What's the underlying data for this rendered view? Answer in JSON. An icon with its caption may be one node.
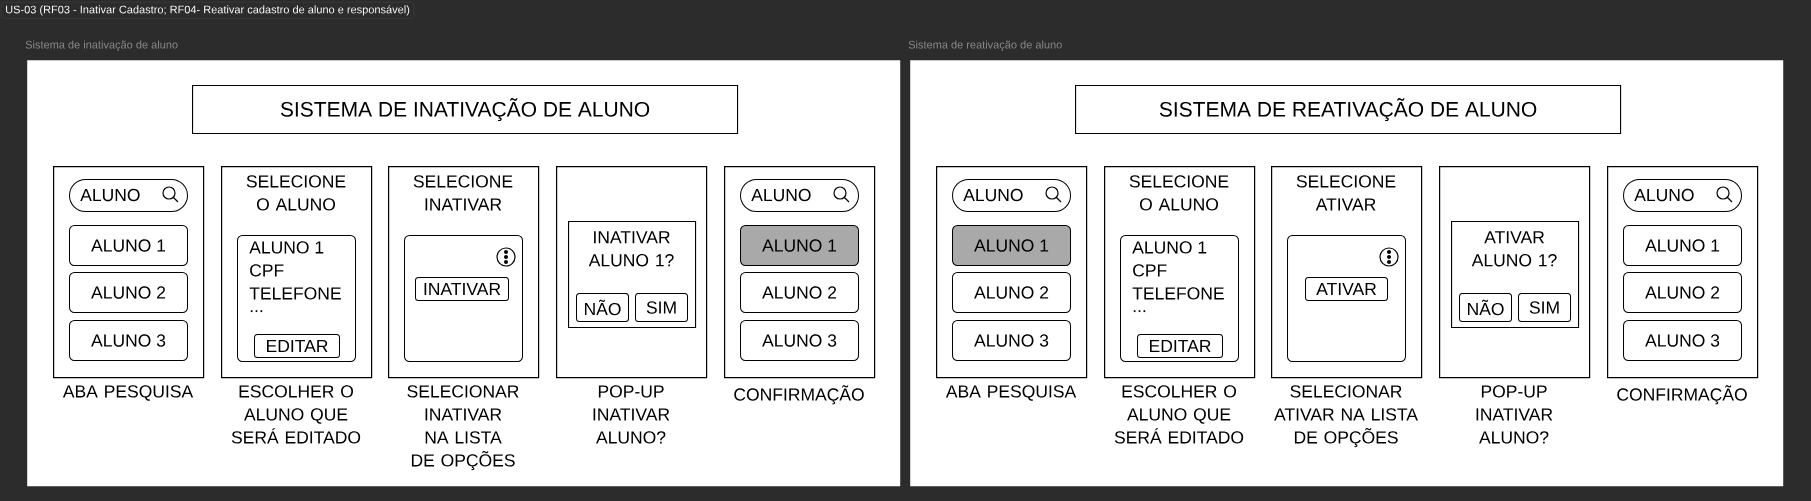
{
  "diagram": {
    "title": "US-03 (RF03 - Inativar Cadastro; RF04- Reativar cadastro de aluno e responsável)",
    "nodes": [
      {
        "text": [
          "Sistema de inativação de aluno"
        ]
      },
      {
        "text": [
          "SISTEMA DE INATIVAÇÃO DE ALUNO"
        ],
        "in": 0
      },
      {
        "text": [],
        "shape": "box",
        "in": 0,
        "beside": [
          "ABA PESQUISA"
        ]
      },
      {
        "text": [
          "ALUNO"
        ],
        "in": 2
      },
      {
        "text": [
          "ALUNO 1"
        ],
        "in": 2
      },
      {
        "text": [
          "ALUNO 2"
        ],
        "in": 2
      },
      {
        "text": [
          "ALUNO 3"
        ],
        "in": 2
      },
      {
        "text": [
          "SELECIONE O ALUNO"
        ],
        "in": 0,
        "beside": [
          "ESCOLHER O ALUNO QUE SERÁ EDITADO"
        ]
      },
      {
        "text": [
          "ALUNO 1",
          "CPF",
          "TELEFONE",
          "..."
        ],
        "in": 7
      },
      {
        "text": [
          "EDITAR"
        ],
        "in": 8
      },
      {
        "text": [
          "SELECIONE INATIVAR"
        ],
        "in": 0,
        "beside": [
          "SELECIONAR INATIVAR NA LISTA DE OPÇÕES"
        ]
      },
      {
        "text": [],
        "shape": "box",
        "in": 10
      },
      {
        "text": [
          "INATIVAR"
        ],
        "in": 11
      },
      {
        "text": [],
        "shape": "box",
        "in": 0,
        "beside": [
          "POP-UP INATIVAR ALUNO?"
        ]
      },
      {
        "text": [
          "INATIVAR ALUNO 1?"
        ],
        "in": 13
      },
      {
        "text": [
          "NÃO"
        ],
        "in": 14
      },
      {
        "text": [
          "SIM"
        ],
        "in": 14
      },
      {
        "text": [],
        "shape": "box",
        "in": 0,
        "beside": [
          "CONFIRMAÇÃO"
        ]
      },
      {
        "text": [
          "ALUNO"
        ],
        "in": 17
      },
      {
        "text": [
          "ALUNO 1"
        ],
        "in": 17
      },
      {
        "text": [
          "ALUNO 2"
        ],
        "in": 17
      },
      {
        "text": [
          "ALUNO 3"
        ],
        "in": 17
      },
      {
        "text": [
          "Sistema de reativação de aluno"
        ]
      },
      {
        "text": [
          "SISTEMA DE REATIVAÇÃO DE ALUNO"
        ],
        "in": 22
      },
      {
        "text": [],
        "shape": "box",
        "in": 22,
        "beside": [
          "ABA PESQUISA"
        ]
      },
      {
        "text": [
          "ALUNO"
        ],
        "in": 24
      },
      {
        "text": [
          "ALUNO 1"
        ],
        "in": 24
      },
      {
        "text": [
          "ALUNO 2"
        ],
        "in": 24
      },
      {
        "text": [
          "ALUNO 3"
        ],
        "in": 24
      },
      {
        "text": [
          "SELECIONE O ALUNO"
        ],
        "in": 22,
        "beside": [
          "ESCOLHER O ALUNO QUE SERÁ EDITADO"
        ]
      },
      {
        "text": [
          "ALUNO 1",
          "CPF",
          "TELEFONE",
          "..."
        ],
        "in": 29
      },
      {
        "text": [
          "EDITAR"
        ],
        "in": 30
      },
      {
        "text": [
          "SELECIONE ATIVAR"
        ],
        "in": 22,
        "beside": [
          "SELECIONAR ATIVAR NA LISTA DE OPÇÕES"
        ]
      },
      {
        "text": [],
        "shape": "box",
        "in": 32
      },
      {
        "text": [
          "ATIVAR"
        ],
        "in": 33
      },
      {
        "text": [],
        "shape": "box",
        "in": 22,
        "beside": [
          "POP-UP INATIVAR ALUNO?"
        ]
      },
      {
        "text": [
          "ATIVAR ALUNO 1?"
        ],
        "in": 35
      },
      {
        "text": [
          "NÃO"
        ],
        "in": 36
      },
      {
        "text": [
          "SIM"
        ],
        "in": 36
      },
      {
        "text": [],
        "shape": "box",
        "in": 22,
        "beside": [
          "CONFIRMAÇÃO"
        ]
      },
      {
        "text": [
          "ALUNO"
        ],
        "in": 39
      },
      {
        "text": [
          "ALUNO 1"
        ],
        "in": 39
      },
      {
        "text": [
          "ALUNO 2"
        ],
        "in": 39
      },
      {
        "text": [
          "ALUNO 3"
        ],
        "in": 39
      }
    ]
  }
}
